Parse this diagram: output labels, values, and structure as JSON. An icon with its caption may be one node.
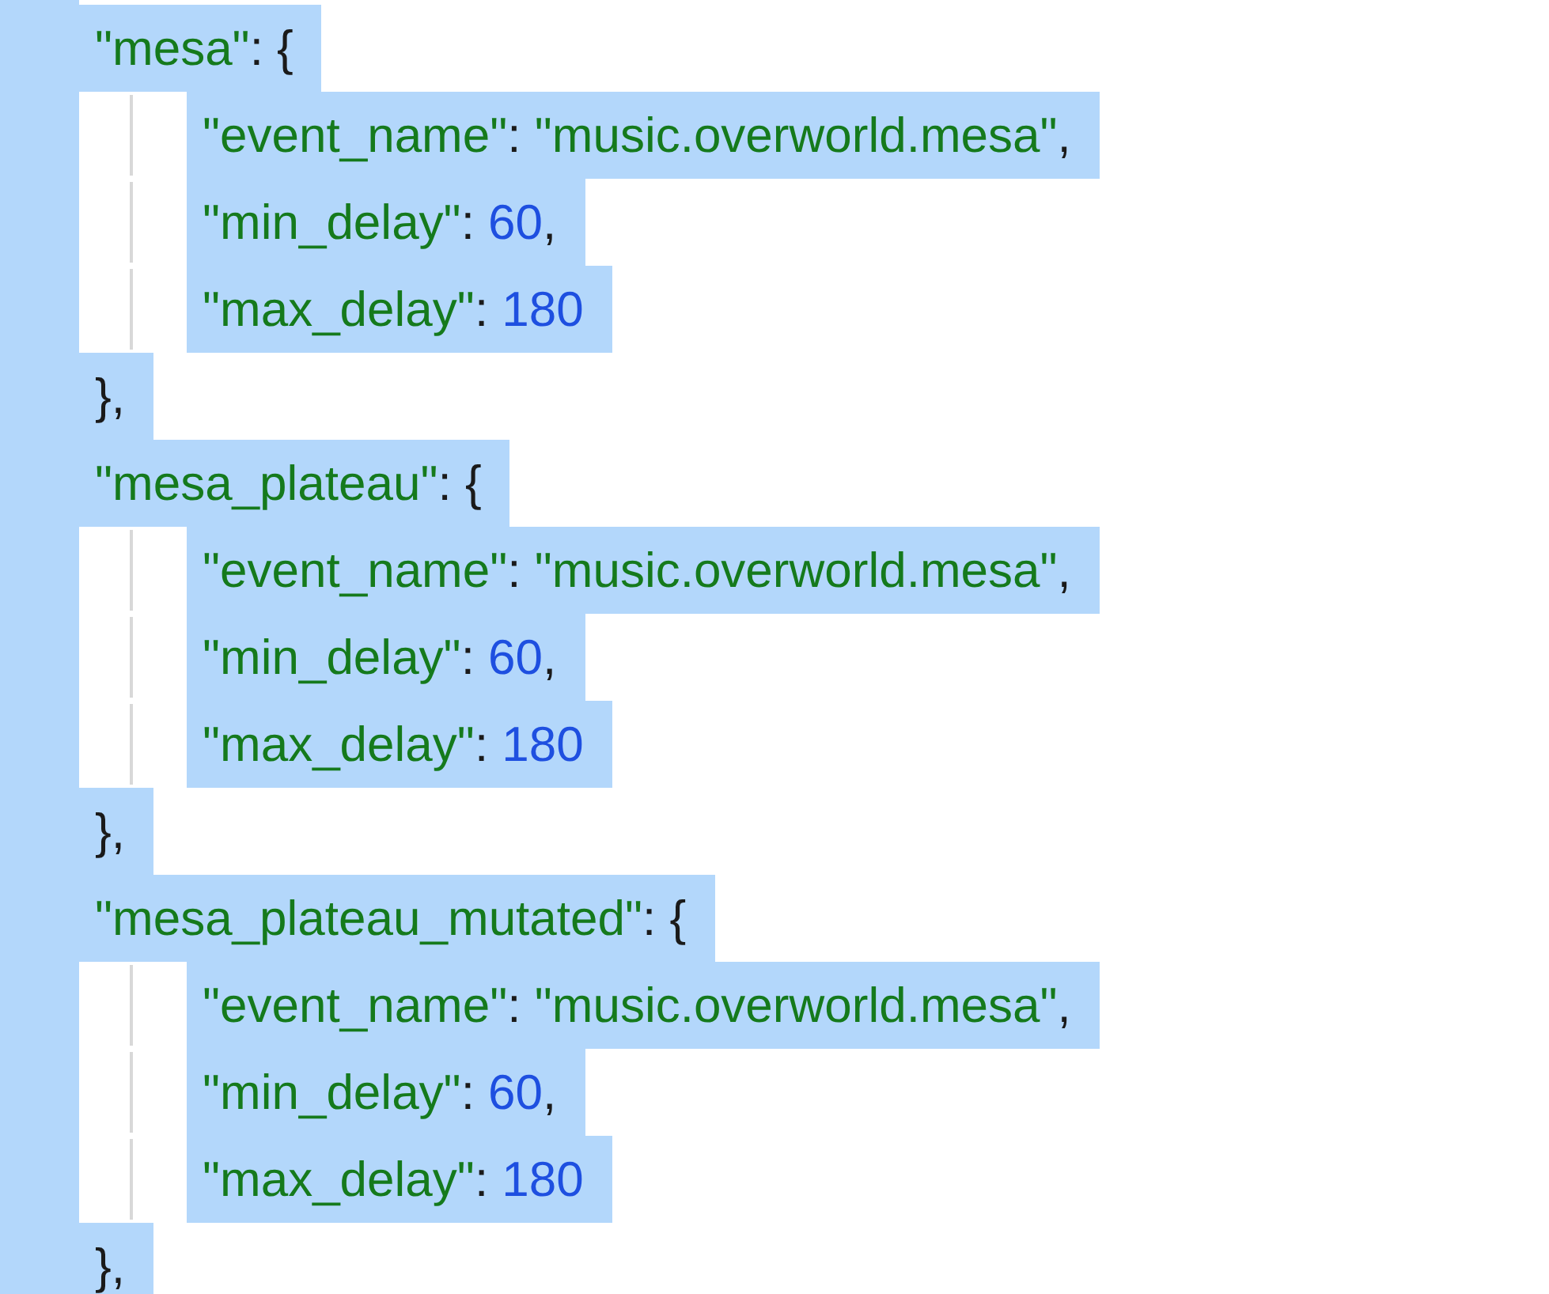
{
  "diagram": {
    "labels": [
      "\"mesa\": {",
      "\"event_name\": \"music.overworld.mesa\",",
      "\"min_delay\": 60,",
      "\"max_delay\": 180",
      "},",
      "\"mesa_plateau\": {",
      "\"event_name\": \"music.overworld.mesa\",",
      "\"min_delay\": 60,",
      "\"max_delay\": 180",
      "},",
      "\"mesa_plateau_mutated\": {",
      "\"event_name\": \"music.overworld.mesa\",",
      "\"min_delay\": 60,",
      "\"max_delay\": 180",
      "},"
    ]
  }
}
